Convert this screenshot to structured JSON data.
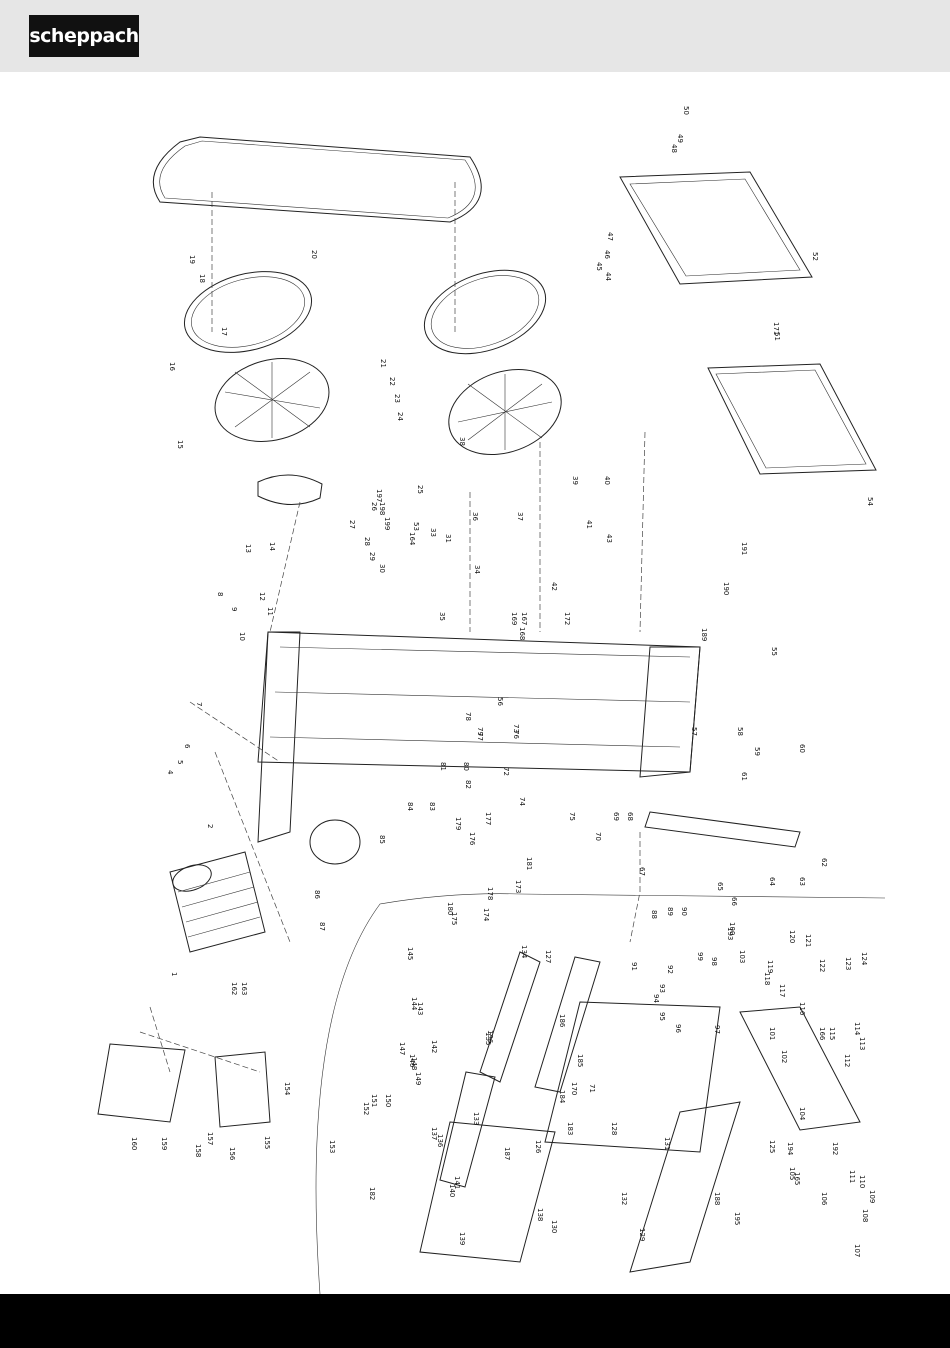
{
  "header": {
    "brand": "scheppach"
  },
  "diagram": {
    "part_numbers": [
      "1",
      "2",
      "4",
      "5",
      "6",
      "7",
      "8",
      "9",
      "10",
      "11",
      "12",
      "13",
      "14",
      "15",
      "16",
      "17",
      "18",
      "19",
      "20",
      "21",
      "22",
      "23",
      "24",
      "25",
      "26",
      "27",
      "28",
      "29",
      "30",
      "31",
      "33",
      "34",
      "35",
      "36",
      "37",
      "38",
      "39",
      "40",
      "41",
      "42",
      "43",
      "44",
      "45",
      "46",
      "47",
      "48",
      "49",
      "50",
      "51",
      "52",
      "53",
      "54",
      "55",
      "56",
      "57",
      "58",
      "59",
      "60",
      "61",
      "62",
      "63",
      "64",
      "65",
      "66",
      "67",
      "68",
      "69",
      "70",
      "71",
      "72",
      "73",
      "74",
      "75",
      "76",
      "77",
      "78",
      "79",
      "80",
      "81",
      "82",
      "83",
      "84",
      "85",
      "86",
      "87",
      "88",
      "89",
      "90",
      "91",
      "92",
      "93",
      "94",
      "95",
      "96",
      "97",
      "98",
      "99",
      "100",
      "101",
      "102",
      "103",
      "104",
      "105",
      "106",
      "107",
      "108",
      "109",
      "110",
      "111",
      "112",
      "113",
      "114",
      "115",
      "116",
      "117",
      "118",
      "119",
      "120",
      "121",
      "122",
      "123",
      "124",
      "125",
      "126",
      "127",
      "128",
      "129",
      "130",
      "131",
      "132",
      "133",
      "134",
      "135",
      "136",
      "137",
      "138",
      "139",
      "140",
      "141",
      "142",
      "143",
      "144",
      "145",
      "146",
      "147",
      "148",
      "149",
      "150",
      "151",
      "152",
      "153",
      "154",
      "155",
      "156",
      "157",
      "158",
      "159",
      "160",
      "162",
      "163",
      "164",
      "165",
      "166",
      "167",
      "168",
      "169",
      "170",
      "171",
      "172",
      "173",
      "174",
      "175",
      "176",
      "177",
      "178",
      "179",
      "180",
      "181",
      "182",
      "183",
      "184",
      "185",
      "186",
      "187",
      "188",
      "189",
      "190",
      "191",
      "192",
      "193",
      "194",
      "195",
      "196",
      "197",
      "198",
      "199"
    ]
  }
}
